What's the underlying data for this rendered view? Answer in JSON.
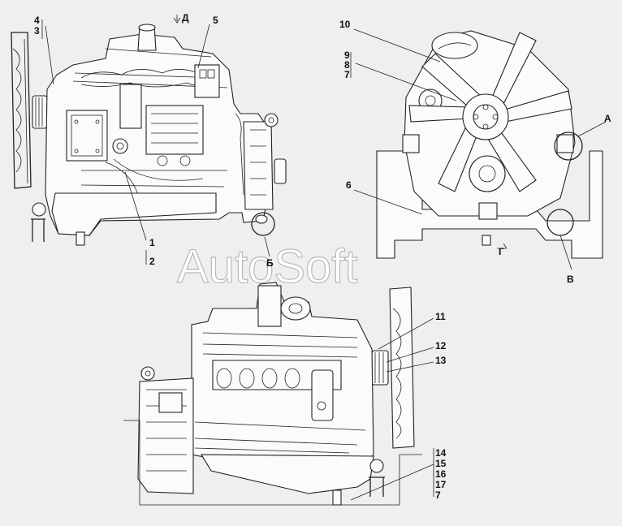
{
  "diagram": {
    "watermark": "AutoSoft",
    "callouts": {
      "c1": "1",
      "c2": "2",
      "c3": "3",
      "c4": "4",
      "c5": "5",
      "c6": "6",
      "c7a": "7",
      "c8": "8",
      "c9": "9",
      "c10": "10",
      "c11": "11",
      "c12": "12",
      "c13": "13",
      "c14": "14",
      "c15": "15",
      "c16": "16",
      "c17": "17",
      "c7b": "7"
    },
    "view_letters": {
      "A": "А",
      "B": "Б",
      "V": "В",
      "G": "Г",
      "D": "Д"
    }
  }
}
